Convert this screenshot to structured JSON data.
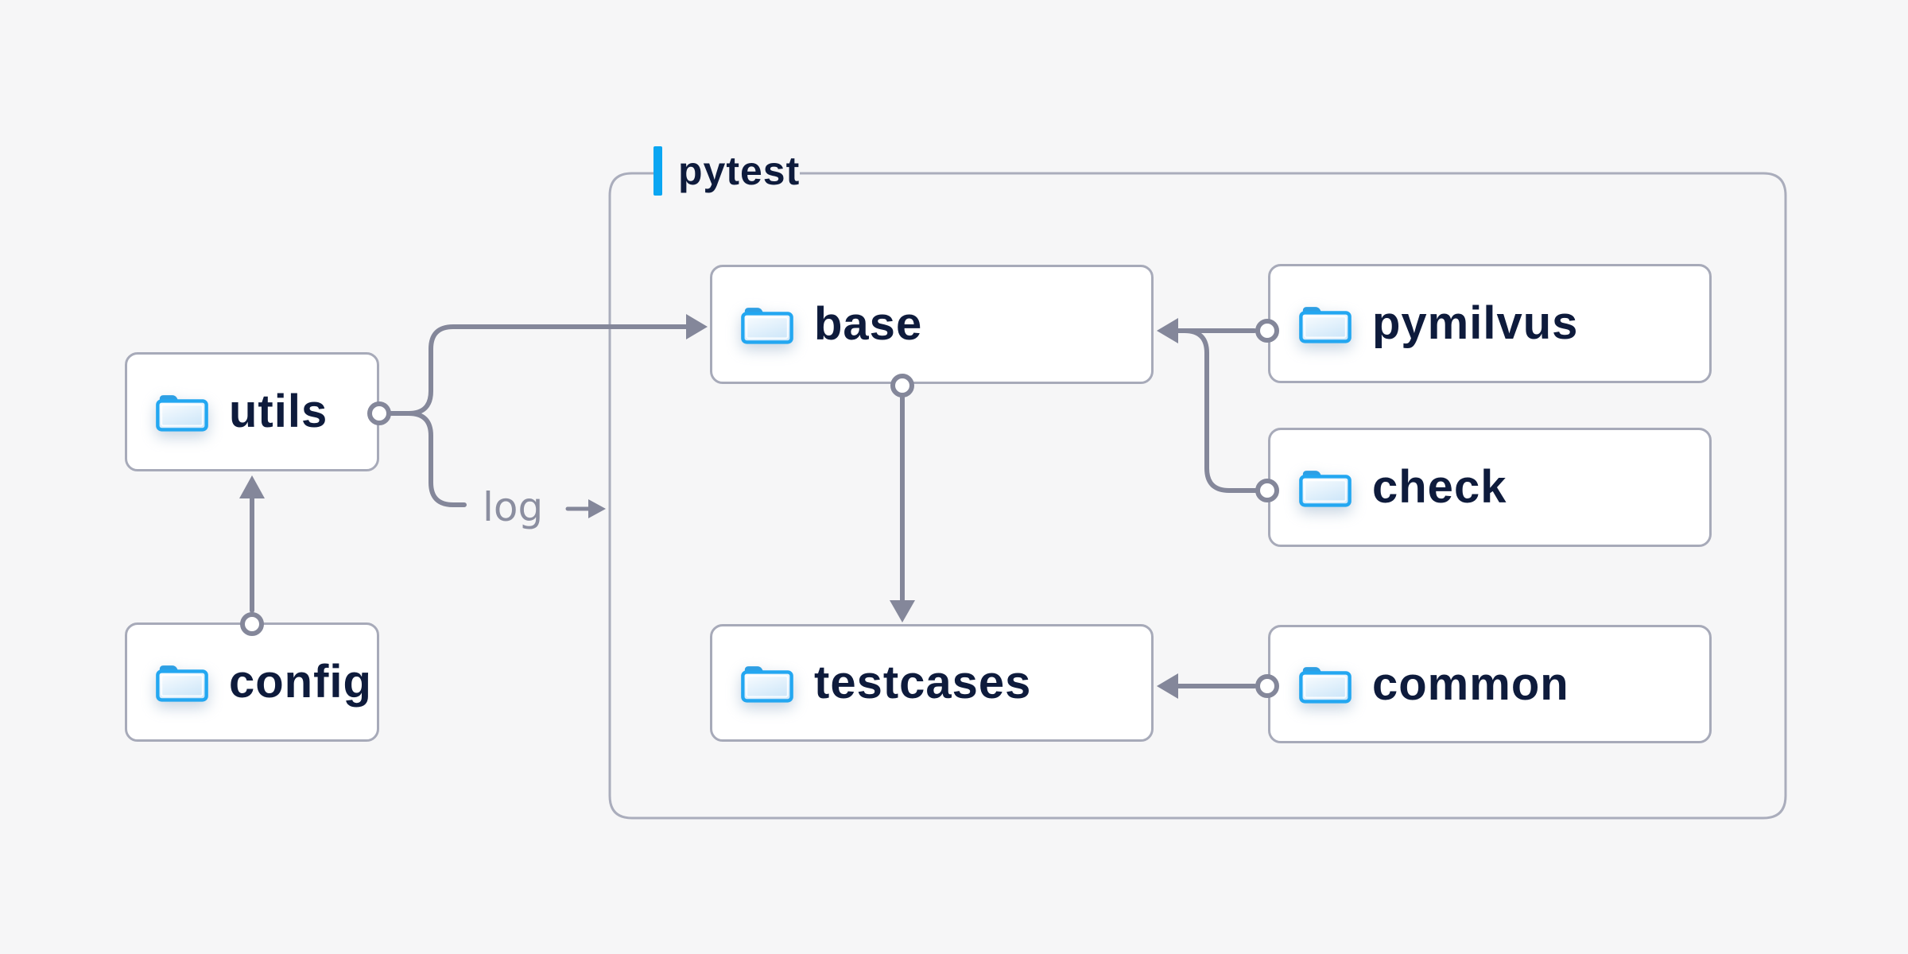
{
  "page": {
    "background": "#f6f6f7"
  },
  "container": {
    "label": "pytest"
  },
  "nodes": [
    {
      "id": "utils",
      "label": "utils"
    },
    {
      "id": "config",
      "label": "config"
    },
    {
      "id": "base",
      "label": "base"
    },
    {
      "id": "pymilvus",
      "label": "pymilvus"
    },
    {
      "id": "check",
      "label": "check"
    },
    {
      "id": "testcases",
      "label": "testcases"
    },
    {
      "id": "common",
      "label": "common"
    }
  ],
  "edges": [
    {
      "from": "config",
      "to": "utils"
    },
    {
      "from": "utils",
      "to": "base"
    },
    {
      "from": "utils",
      "to": "log",
      "label": "log"
    },
    {
      "from": "pymilvus",
      "to": "base"
    },
    {
      "from": "check",
      "to": "base"
    },
    {
      "from": "base",
      "to": "testcases"
    },
    {
      "from": "common",
      "to": "testcases"
    }
  ],
  "edge_label": "log",
  "colors": {
    "accent_blue": "#0aa6f2",
    "folder_blue": "#23a7f1",
    "line_gray": "#84879a",
    "box_border": "#a7aab9",
    "text_navy": "#0e1b3c",
    "log_gray": "#8b8ea0",
    "node_background": "#ffffff"
  }
}
